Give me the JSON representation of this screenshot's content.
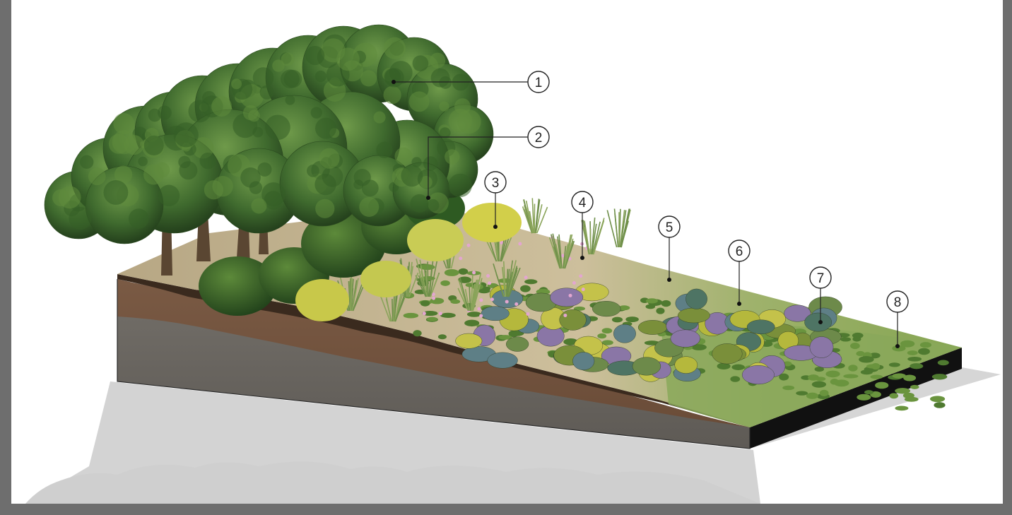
{
  "diagram": {
    "callouts": [
      {
        "id": 1,
        "label": "1"
      },
      {
        "id": 2,
        "label": "2"
      },
      {
        "id": 3,
        "label": "3"
      },
      {
        "id": 4,
        "label": "4"
      },
      {
        "id": 5,
        "label": "5"
      },
      {
        "id": 6,
        "label": "6"
      },
      {
        "id": 7,
        "label": "7"
      },
      {
        "id": 8,
        "label": "8"
      }
    ]
  },
  "colors": {
    "frame": "#6e6e6e",
    "background": "#ffffff",
    "shadow": "#d0d0d0",
    "topsoil": "#3a2a1e",
    "subsoil": "#7a5a44",
    "rock": "#6a6660",
    "lawn": "#8aa85a",
    "gravel": "#c9b896",
    "tree_canopy": "#3f6a2e",
    "tree_trunk": "#5a4632"
  }
}
